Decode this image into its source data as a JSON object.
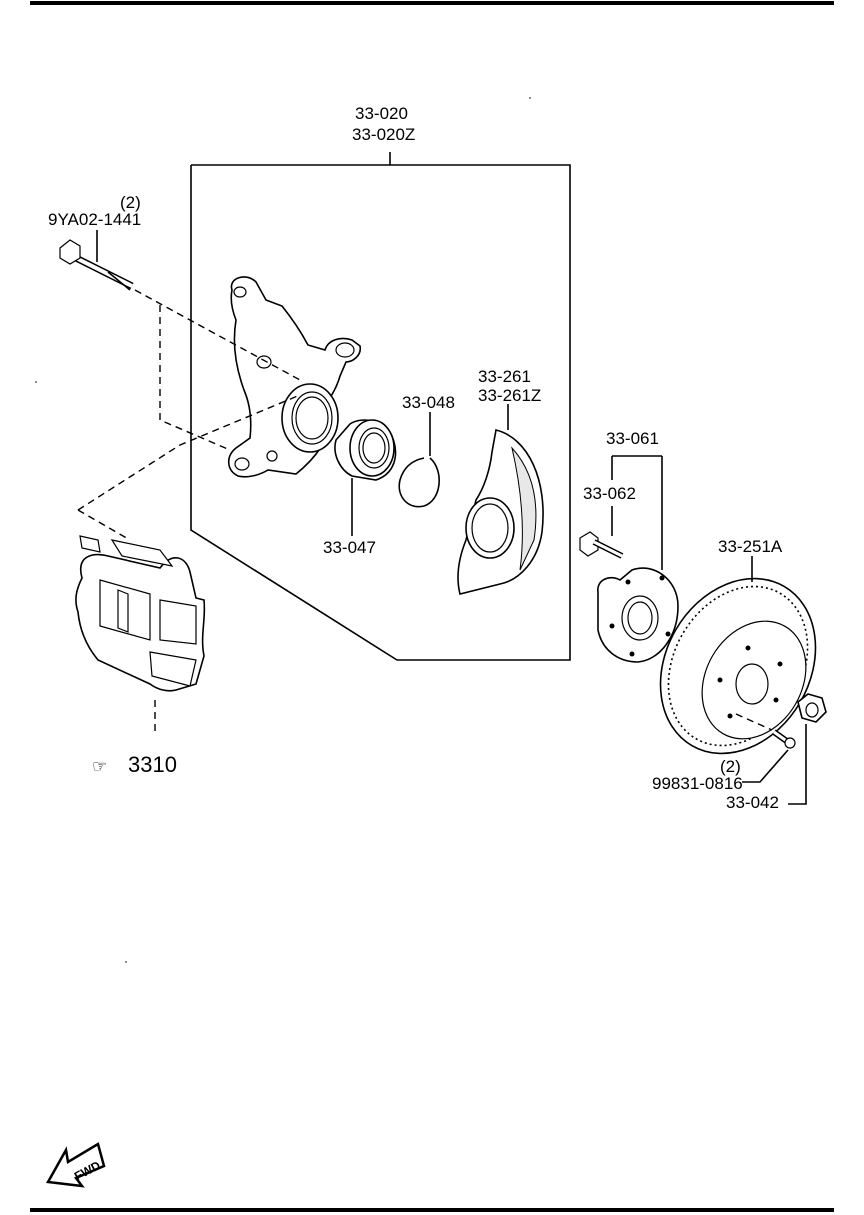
{
  "diagram": {
    "labels": {
      "knuckle_kit_1": "33-020",
      "knuckle_kit_2": "33-020Z",
      "bolt_qty": "(2)",
      "bolt_part": "9YA02-1441",
      "dust_cover_1": "33-261",
      "dust_cover_2": "33-261Z",
      "snap_ring": "33-048",
      "bearing": "33-047",
      "hub_assy": "33-061",
      "hub_bolt": "33-062",
      "disc_plate": "33-251A",
      "screw_qty": "(2)",
      "screw_part": "99831-0816",
      "lock_nut": "33-042",
      "caliper_ref": "3310",
      "fwd_arrow": "FWD"
    }
  }
}
